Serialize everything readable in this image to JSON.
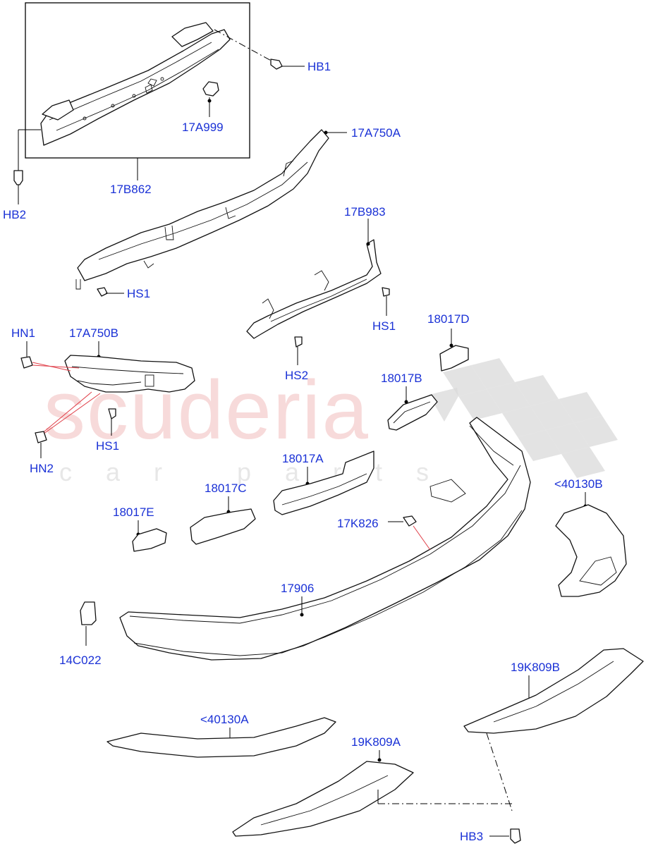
{
  "watermark": {
    "main": "scuderia",
    "sub": "car parts"
  },
  "labels": {
    "HB1": "HB1",
    "17A999": "17A999",
    "17A750A": "17A750A",
    "17B862": "17B862",
    "HB2": "HB2",
    "HS1_a": "HS1",
    "17B983": "17B983",
    "HS1_b": "HS1",
    "HN1": "HN1",
    "17A750B": "17A750B",
    "HS2": "HS2",
    "18017D": "18017D",
    "18017B": "18017B",
    "HS1_c": "HS1",
    "HN2": "HN2",
    "18017A": "18017A",
    "18017C": "18017C",
    "<40130B": "<40130B",
    "18017E": "18017E",
    "17K826": "17K826",
    "17906": "17906",
    "14C022": "14C022",
    "19K809B": "19K809B",
    "<40130A": "<40130A",
    "19K809A": "19K809A",
    "HB3": "HB3"
  }
}
